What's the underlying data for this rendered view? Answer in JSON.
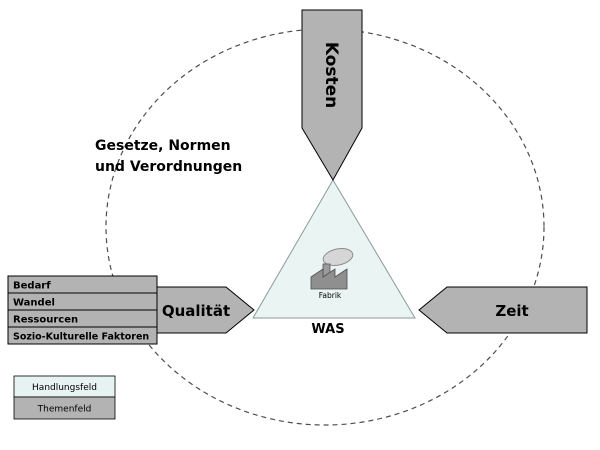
{
  "diagram": {
    "note": {
      "line1": "Gesetze, Normen",
      "line2": "und Verordnungen"
    },
    "arrows": {
      "top": "Kosten",
      "left": "Qualität",
      "right": "Zeit"
    },
    "factors": [
      "Bedarf",
      "Wandel",
      "Ressourcen",
      "Sozio-Kulturelle Faktoren"
    ],
    "center": {
      "icon": "factory-icon",
      "icon_label": "Fabrik",
      "label": "WAS"
    },
    "legend": {
      "items": [
        {
          "label": "Handlungsfeld",
          "color": "#e7f2f2"
        },
        {
          "label": "Themenfeld",
          "color": "#b3b3b3"
        }
      ]
    },
    "colors": {
      "theme_gray": "#b3b3b3",
      "action_blue": "#e9f4f3",
      "outline_black": "#000000",
      "triangle_stroke": "#8a9a9a",
      "circle_dash": "#4d4d4d"
    }
  }
}
